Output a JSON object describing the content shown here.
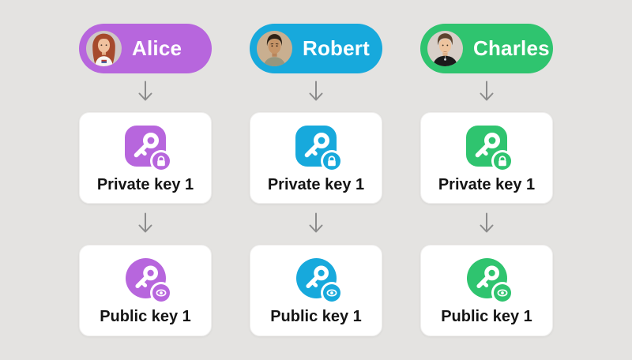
{
  "colors": {
    "background": "#e4e3e1",
    "card": "#ffffff",
    "arrow": "#8c8c8c",
    "label_text": "#141414",
    "pill_text": "#ffffff"
  },
  "icons": {
    "arrow": "arrow-down-icon",
    "key": "key-icon",
    "private_badge": "lock-icon",
    "public_badge": "eye-icon"
  },
  "columns": [
    {
      "name": "Alice",
      "color": "#b766dd",
      "private_key": {
        "label": "Private key 1"
      },
      "public_key": {
        "label": "Public key 1"
      }
    },
    {
      "name": "Robert",
      "color": "#17a9dc",
      "private_key": {
        "label": "Private key 1"
      },
      "public_key": {
        "label": "Public key 1"
      }
    },
    {
      "name": "Charles",
      "color": "#2fc46f",
      "private_key": {
        "label": "Private key 1"
      },
      "public_key": {
        "label": "Public key 1"
      }
    }
  ]
}
